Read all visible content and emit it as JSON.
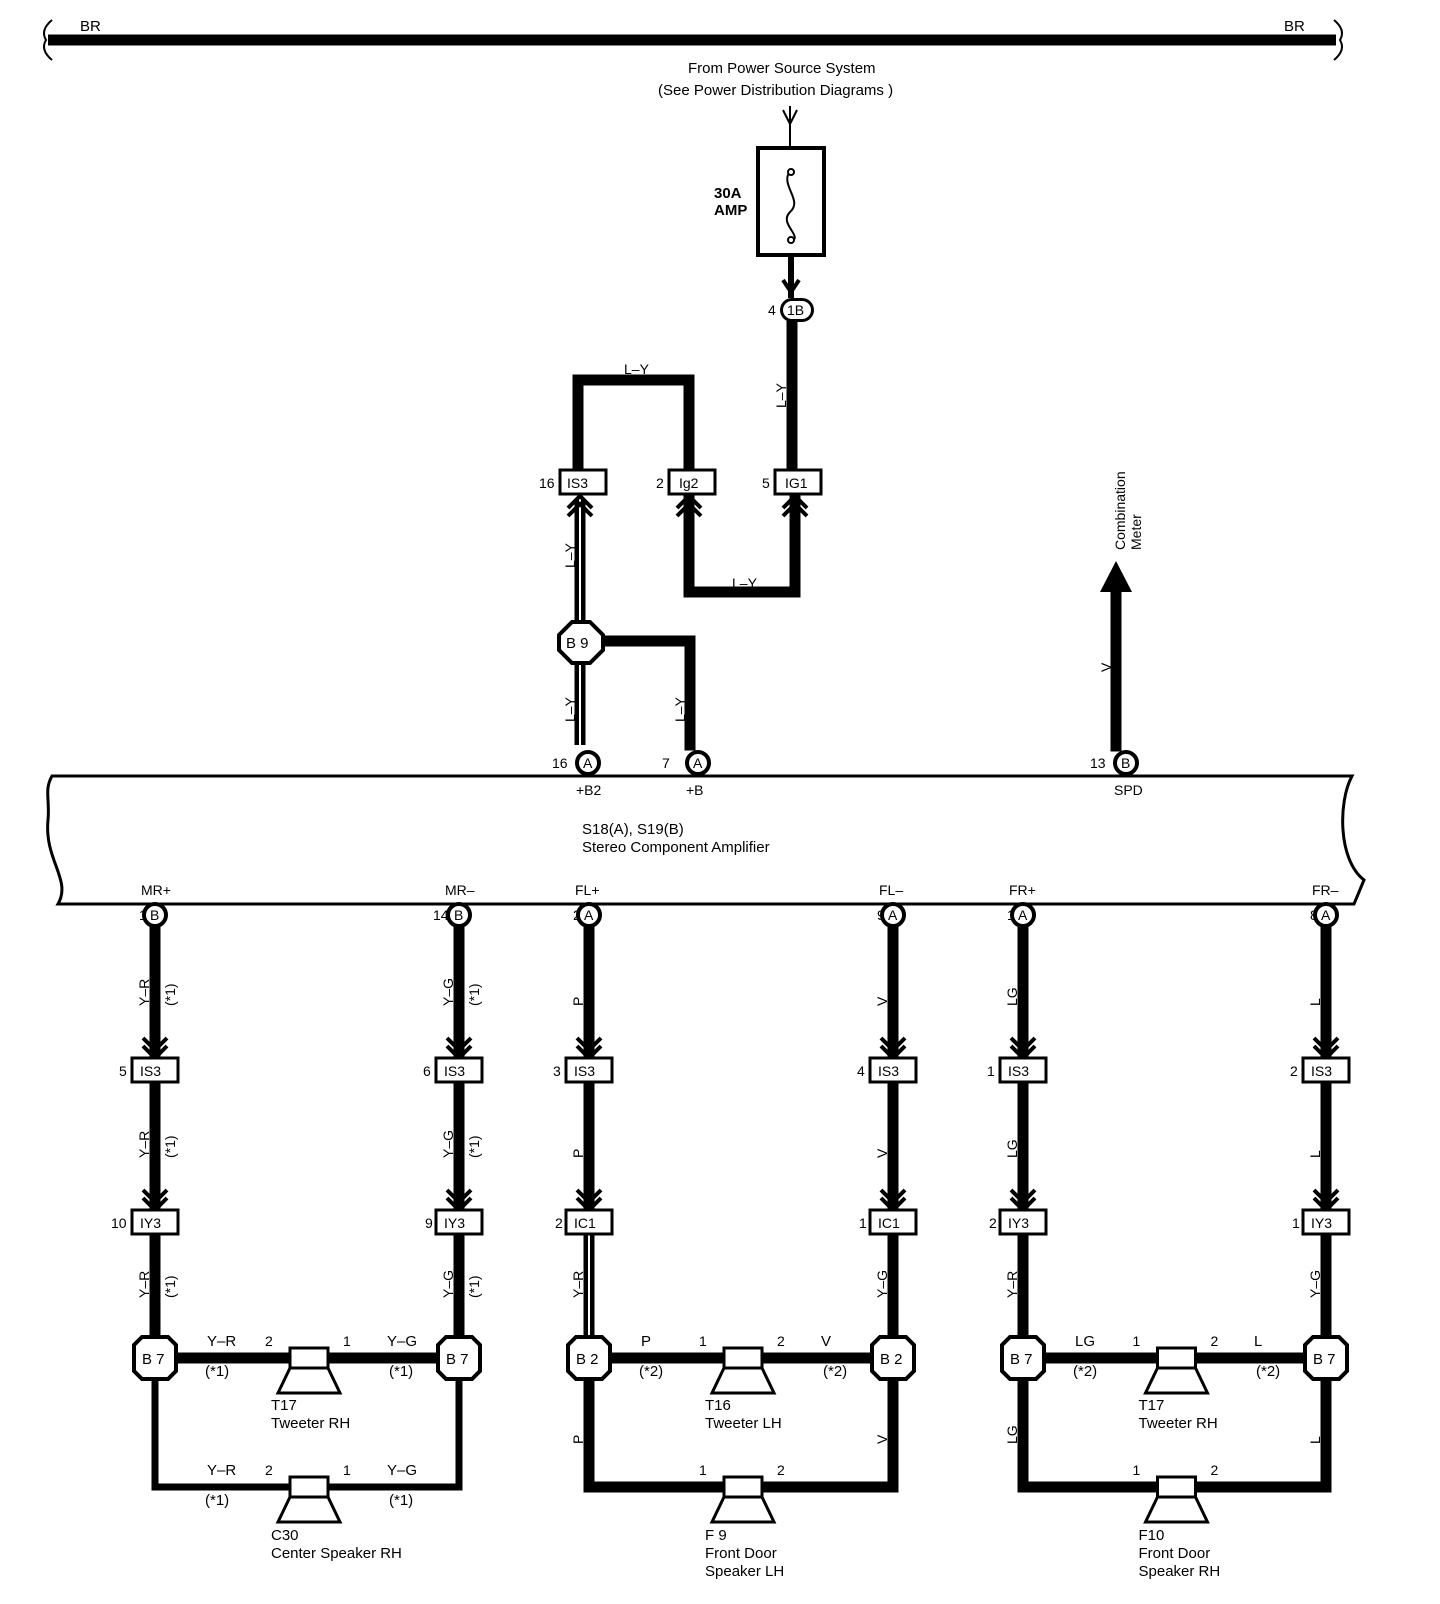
{
  "top_bus": {
    "left_label": "BR",
    "right_label": "BR"
  },
  "power": {
    "source_line1": "From Power Source System",
    "source_line2": "(See Power Distribution Diagrams )",
    "fuse_rating": "30A",
    "fuse_name": "AMP"
  },
  "upper_connectors": {
    "c_1b": {
      "pin": "4",
      "code": "1B"
    },
    "c_is3": {
      "pin": "16",
      "code": "IS3"
    },
    "c_ig2": {
      "pin": "2",
      "code": "Ig2"
    },
    "c_ig1": {
      "pin": "5",
      "code": "IG1"
    },
    "splice_b9": "B 9"
  },
  "upper_wire_colors": {
    "ly": "L–Y",
    "v": "V"
  },
  "combination_meter": {
    "line1": "Combination",
    "line2": "Meter"
  },
  "amplifier": {
    "ref": "S18(A), S19(B)",
    "name": "Stereo Component Amplifier",
    "top_pins": [
      {
        "pin": "16",
        "conn": "A",
        "signal": "+B2"
      },
      {
        "pin": "7",
        "conn": "A",
        "signal": "+B"
      },
      {
        "pin": "13",
        "conn": "B",
        "signal": "SPD"
      }
    ],
    "bottom_pins": [
      {
        "pin": "1",
        "conn": "B",
        "signal": "MR+"
      },
      {
        "pin": "14",
        "conn": "B",
        "signal": "MR–"
      },
      {
        "pin": "2",
        "conn": "A",
        "signal": "FL+"
      },
      {
        "pin": "9",
        "conn": "A",
        "signal": "FL–"
      },
      {
        "pin": "1",
        "conn": "A",
        "signal": "FR+"
      },
      {
        "pin": "8",
        "conn": "A",
        "signal": "FR–"
      }
    ]
  },
  "lower_columns": [
    {
      "w1": "Y–R",
      "n1": "(*1)",
      "is3_pin": "5",
      "w2": "Y–R",
      "n2": "(*1)",
      "c2_pin": "10",
      "c2": "IY3",
      "w3": "Y–R",
      "n3": "(*1)",
      "splice": "B 7"
    },
    {
      "w1": "Y–G",
      "n1": "(*1)",
      "is3_pin": "6",
      "w2": "Y–G",
      "n2": "(*1)",
      "c2_pin": "9",
      "c2": "IY3",
      "w3": "Y–G",
      "n3": "(*1)",
      "splice": "B 7"
    },
    {
      "w1": "P",
      "n1": "",
      "is3_pin": "3",
      "w2": "P",
      "n2": "",
      "c2_pin": "2",
      "c2": "IC1",
      "w3": "Y–R",
      "n3": "",
      "splice": "B 2"
    },
    {
      "w1": "V",
      "n1": "",
      "is3_pin": "4",
      "w2": "V",
      "n2": "",
      "c2_pin": "1",
      "c2": "IC1",
      "w3": "Y–G",
      "n3": "",
      "splice": "B 2"
    },
    {
      "w1": "LG",
      "n1": "",
      "is3_pin": "1",
      "w2": "LG",
      "n2": "",
      "c2_pin": "2",
      "c2": "IY3",
      "w3": "Y–R",
      "n3": "",
      "splice": "B 7"
    },
    {
      "w1": "L",
      "n1": "",
      "is3_pin": "2",
      "w2": "L",
      "n2": "",
      "c2_pin": "1",
      "c2": "IY3",
      "w3": "Y–G",
      "n3": "",
      "splice": "B 7"
    }
  ],
  "is3_code": "IS3",
  "groups": [
    {
      "tweeter": {
        "ref": "T17",
        "name": "Tweeter RH",
        "pin_l": "2",
        "pin_r": "1",
        "wire_l": "Y–R",
        "note_l": "(*1)",
        "wire_r": "Y–G",
        "note_r": "(*1)"
      },
      "down_l": "",
      "down_r": "",
      "speaker": {
        "ref": "C30",
        "name1": "Center Speaker RH",
        "name2": "",
        "pin_l": "2",
        "pin_r": "1",
        "wire_l": "Y–R",
        "note_l": "(*1)",
        "wire_r": "Y–G",
        "note_r": "(*1)"
      }
    },
    {
      "tweeter": {
        "ref": "T16",
        "name": "Tweeter LH",
        "pin_l": "1",
        "pin_r": "2",
        "wire_l": "P",
        "note_l": "(*2)",
        "wire_r": "V",
        "note_r": "(*2)"
      },
      "down_l": "P",
      "down_r": "V",
      "speaker": {
        "ref": "F 9",
        "name1": "Front Door",
        "name2": "Speaker LH",
        "pin_l": "1",
        "pin_r": "2",
        "wire_l": "",
        "note_l": "",
        "wire_r": "",
        "note_r": ""
      }
    },
    {
      "tweeter": {
        "ref": "T17",
        "name": "Tweeter RH",
        "pin_l": "1",
        "pin_r": "2",
        "wire_l": "LG",
        "note_l": "(*2)",
        "wire_r": "L",
        "note_r": "(*2)"
      },
      "down_l": "LG",
      "down_r": "L",
      "speaker": {
        "ref": "F10",
        "name1": "Front Door",
        "name2": "Speaker RH",
        "pin_l": "1",
        "pin_r": "2",
        "wire_l": "",
        "note_l": "",
        "wire_r": "",
        "note_r": ""
      }
    }
  ]
}
